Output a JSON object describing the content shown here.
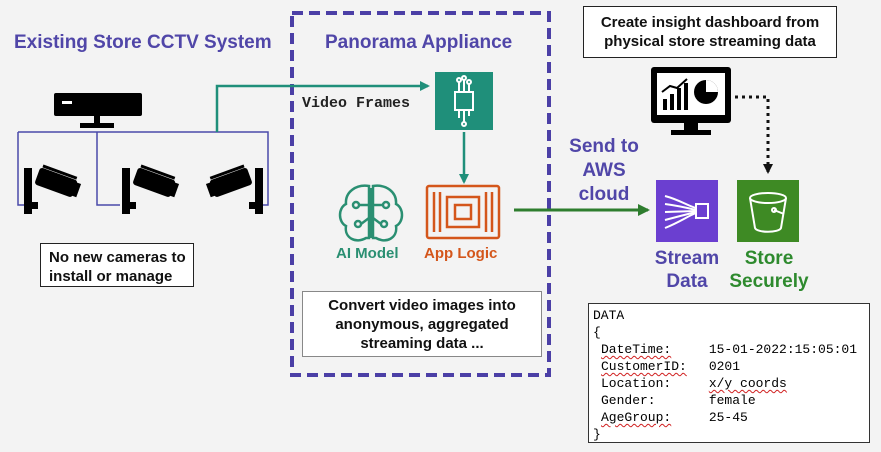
{
  "headings": {
    "cctv_title": "Existing Store CCTV System",
    "panorama_title": "Panorama Appliance",
    "send_to": [
      "Send to",
      "AWS",
      "cloud"
    ]
  },
  "notes": {
    "no_cameras": [
      "No new cameras to",
      "install or manage"
    ],
    "convert": [
      "Convert video images into",
      "anonymous, aggregated",
      "streaming data ..."
    ],
    "dashboard": [
      "Create insight dashboard from",
      "physical store streaming data"
    ]
  },
  "labels": {
    "video_frames": "Video Frames",
    "ai_model": "AI Model",
    "app_logic": "App Logic",
    "stream_data": [
      "Stream",
      "Data"
    ],
    "store_securely": [
      "Store",
      "Securely"
    ]
  },
  "data_record": {
    "title": "DATA",
    "open": "{",
    "close": "}",
    "fields": [
      {
        "key": "DateTime:",
        "value": "15-01-2022:15:05:01"
      },
      {
        "key": "CustomerID:",
        "value": "0201"
      },
      {
        "key": "Location:",
        "value": "x/y coords"
      },
      {
        "key": "Gender:",
        "value": "female"
      },
      {
        "key": "AgeGroup:",
        "value": "25-45"
      }
    ]
  },
  "colors": {
    "heading_blue": "#5046a8",
    "panorama_teal": "#1f8f7a",
    "ai_green": "#2a8f72",
    "app_orange": "#d4561b",
    "kinesis_purple": "#6b3fd0",
    "s3_green": "#3e8a24",
    "label_green": "#2e8a2e"
  }
}
